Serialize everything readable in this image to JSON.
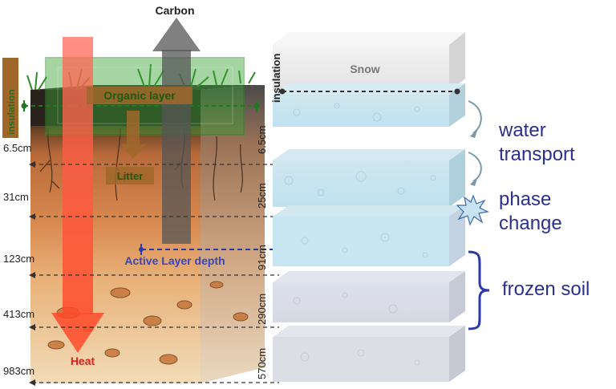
{
  "soil_column": {
    "labels": {
      "carbon": "Carbon",
      "insulation": "insulation",
      "organic_layer": "Organic layer",
      "litter": "Litter",
      "active_layer_depth": "Active Layer depth",
      "heat": "Heat"
    },
    "depths": [
      "6.5cm",
      "31cm",
      "123cm",
      "413cm",
      "983cm"
    ]
  },
  "model_column": {
    "labels": {
      "insulation": "insulation",
      "snow": "Snow"
    },
    "layer_thicknesses": [
      "6.5cm",
      "25cm",
      "91cm",
      "290cm",
      "570cm"
    ]
  },
  "processes": {
    "water_transport": [
      "water",
      "transport"
    ],
    "phase_change": [
      "phase",
      "change"
    ],
    "frozen_soil": "frozen soil"
  },
  "colors": {
    "heat_arrow": "#f25c4a",
    "carbon_arrow": "#555555",
    "insulation_box": "#3aa335",
    "insulation_line": "#1f7a1f",
    "active_layer_line": "#2b3aa6",
    "process_text": "#2b2f8f",
    "heat_text": "#e01e1e",
    "litter_arrow": "#a0672a"
  }
}
